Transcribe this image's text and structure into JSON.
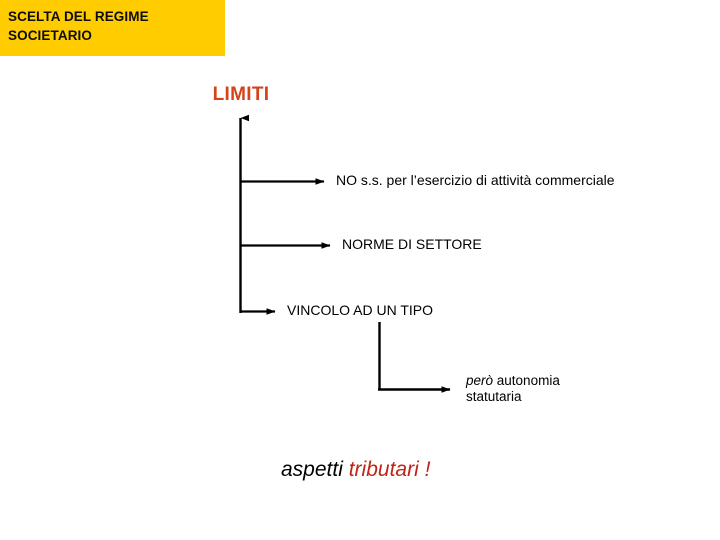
{
  "banner": {
    "line1": "SCELTA DEL REGIME",
    "line2": "SOCIETARIO",
    "background_color": "#FFCC00",
    "text_color": "#0D0D0D"
  },
  "heading": {
    "text": "LIMITI",
    "color": "#D4441B"
  },
  "diagram": {
    "stroke_color": "#000000",
    "branches": [
      {
        "label": "NO s.s. per l’esercizio di attività commerciale"
      },
      {
        "label": "NORME DI SETTORE"
      },
      {
        "label": "VINCOLO AD UN TIPO"
      }
    ]
  },
  "note": {
    "emphasis": "però",
    "rest": " autonomia",
    "line2": "statutaria"
  },
  "footer": {
    "part_black": "aspetti ",
    "part_red": "tributari !",
    "red_color": "#BF2418"
  }
}
